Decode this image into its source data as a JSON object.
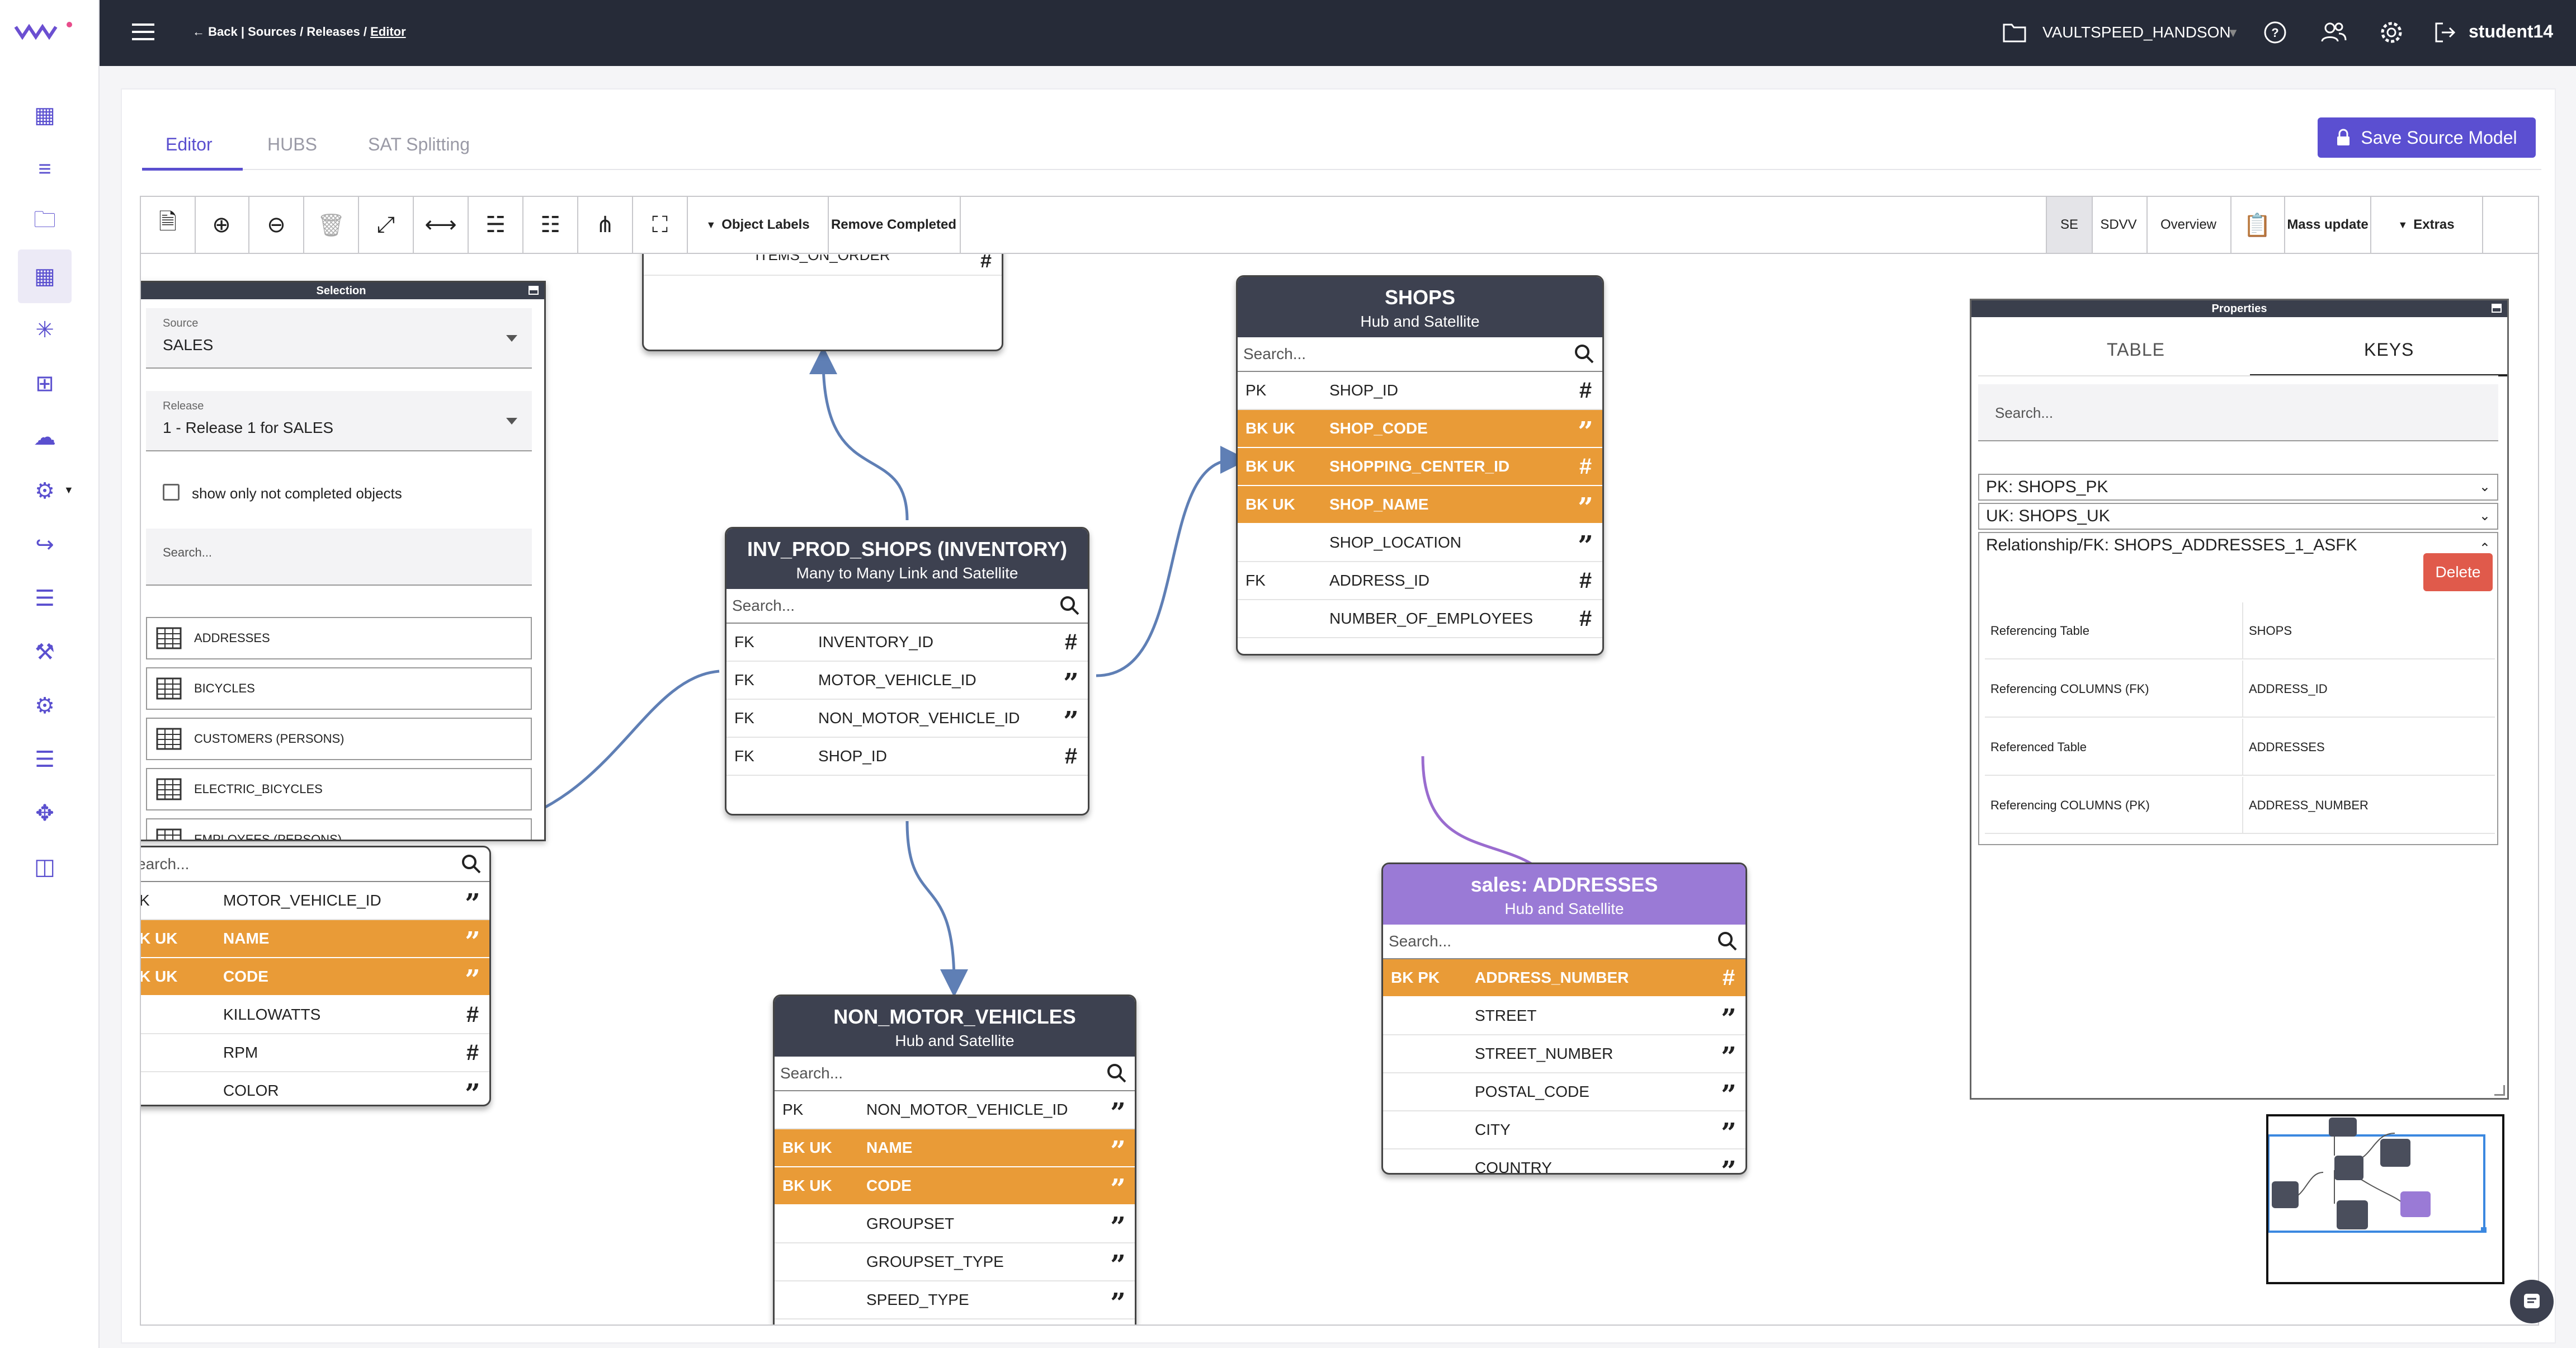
{
  "breadcrumb": {
    "back": "Back",
    "sources": "Sources",
    "releases": "Releases",
    "editor": "Editor",
    "sep": "|",
    "slash": "/"
  },
  "header": {
    "workspace": "VAULTSPEED_HANDSON",
    "user": "student14"
  },
  "tabs": [
    "Editor",
    "HUBS",
    "SAT Splitting"
  ],
  "save_button": "Save Source Model",
  "toolbar": {
    "object_labels": "Object Labels",
    "remove_completed": "Remove Completed",
    "se": "SE",
    "sdvv": "SDVV",
    "overview": "Overview",
    "mass_update": "Mass update",
    "extras": "Extras"
  },
  "selection": {
    "title": "Selection",
    "source_label": "Source",
    "source_value": "SALES",
    "release_label": "Release",
    "release_value": "1 - Release 1 for SALES",
    "checkbox_label": "show only not completed objects",
    "search_placeholder": "Search...",
    "items": [
      "ADDRESSES",
      "BICYCLES",
      "CUSTOMERS (PERSONS)",
      "ELECTRIC_BICYCLES",
      "EMPLOYEES (PERSONS)"
    ]
  },
  "top_entity_partial": "ITEMS_ON_ORDER",
  "shops": {
    "title": "SHOPS",
    "subtitle": "Hub and Satellite",
    "search": "Search...",
    "rows": [
      {
        "key": "PK",
        "name": "SHOP_ID",
        "type": "#",
        "hl": false
      },
      {
        "key": "BK UK",
        "name": "SHOP_CODE",
        "type": "quote",
        "hl": true
      },
      {
        "key": "BK UK",
        "name": "SHOPPING_CENTER_ID",
        "type": "#",
        "hl": true
      },
      {
        "key": "BK UK",
        "name": "SHOP_NAME",
        "type": "quote",
        "hl": true
      },
      {
        "key": "",
        "name": "SHOP_LOCATION",
        "type": "quote",
        "hl": false
      },
      {
        "key": "FK",
        "name": "ADDRESS_ID",
        "type": "#",
        "hl": false
      },
      {
        "key": "",
        "name": "NUMBER_OF_EMPLOYEES",
        "type": "#",
        "hl": false
      }
    ]
  },
  "inv": {
    "title": "INV_PROD_SHOPS (INVENTORY)",
    "subtitle": "Many to Many Link and Satellite",
    "search": "Search...",
    "rows": [
      {
        "key": "FK",
        "name": "INVENTORY_ID",
        "type": "#",
        "hl": false
      },
      {
        "key": "FK",
        "name": "MOTOR_VEHICLE_ID",
        "type": "quote",
        "hl": false
      },
      {
        "key": "FK",
        "name": "NON_MOTOR_VEHICLE_ID",
        "type": "quote",
        "hl": false
      },
      {
        "key": "FK",
        "name": "SHOP_ID",
        "type": "#",
        "hl": false
      }
    ]
  },
  "motor": {
    "search": "earch...",
    "rows": [
      {
        "key": "K",
        "name": "MOTOR_VEHICLE_ID",
        "type": "quote",
        "hl": false
      },
      {
        "key": "K UK",
        "name": "NAME",
        "type": "quote",
        "hl": true
      },
      {
        "key": "K UK",
        "name": "CODE",
        "type": "quote",
        "hl": true
      },
      {
        "key": "",
        "name": "KILLOWATTS",
        "type": "#",
        "hl": false
      },
      {
        "key": "",
        "name": "RPM",
        "type": "#",
        "hl": false
      },
      {
        "key": "",
        "name": "COLOR",
        "type": "quote",
        "hl": false
      }
    ]
  },
  "nonmotor": {
    "title": "NON_MOTOR_VEHICLES",
    "subtitle": "Hub and Satellite",
    "search": "Search...",
    "rows": [
      {
        "key": "PK",
        "name": "NON_MOTOR_VEHICLE_ID",
        "type": "quote",
        "hl": false
      },
      {
        "key": "BK UK",
        "name": "NAME",
        "type": "quote",
        "hl": true
      },
      {
        "key": "BK UK",
        "name": "CODE",
        "type": "quote",
        "hl": true
      },
      {
        "key": "",
        "name": "GROUPSET",
        "type": "quote",
        "hl": false
      },
      {
        "key": "",
        "name": "GROUPSET_TYPE",
        "type": "quote",
        "hl": false
      },
      {
        "key": "",
        "name": "SPEED_TYPE",
        "type": "quote",
        "hl": false
      }
    ]
  },
  "addresses": {
    "title": "sales: ADDRESSES",
    "subtitle": "Hub and Satellite",
    "search": "Search...",
    "rows": [
      {
        "key": "BK PK",
        "name": "ADDRESS_NUMBER",
        "type": "#",
        "hl": true
      },
      {
        "key": "",
        "name": "STREET",
        "type": "quote",
        "hl": false
      },
      {
        "key": "",
        "name": "STREET_NUMBER",
        "type": "quote",
        "hl": false
      },
      {
        "key": "",
        "name": "POSTAL_CODE",
        "type": "quote",
        "hl": false
      },
      {
        "key": "",
        "name": "CITY",
        "type": "quote",
        "hl": false
      },
      {
        "key": "",
        "name": "COUNTRY",
        "type": "quote",
        "hl": false
      }
    ]
  },
  "properties": {
    "title": "Properties",
    "tab_table": "TABLE",
    "tab_keys": "KEYS",
    "search": "Search...",
    "pk": "PK: SHOPS_PK",
    "uk": "UK: SHOPS_UK",
    "rel": "Relationship/FK: SHOPS_ADDRESSES_1_ASFK",
    "delete": "Delete",
    "details": [
      {
        "label": "Referencing Table",
        "value": "SHOPS"
      },
      {
        "label": "Referencing COLUMNS (FK)",
        "value": "ADDRESS_ID"
      },
      {
        "label": "Referenced Table",
        "value": "ADDRESSES"
      },
      {
        "label": "Referencing COLUMNS (PK)",
        "value": "ADDRESS_NUMBER"
      }
    ]
  },
  "colors": {
    "accent": "#5b4fd1",
    "highlight": "#e99b37",
    "header": "#262b38",
    "edge": "#5f7fb5",
    "purple": "#9a7ad6"
  }
}
